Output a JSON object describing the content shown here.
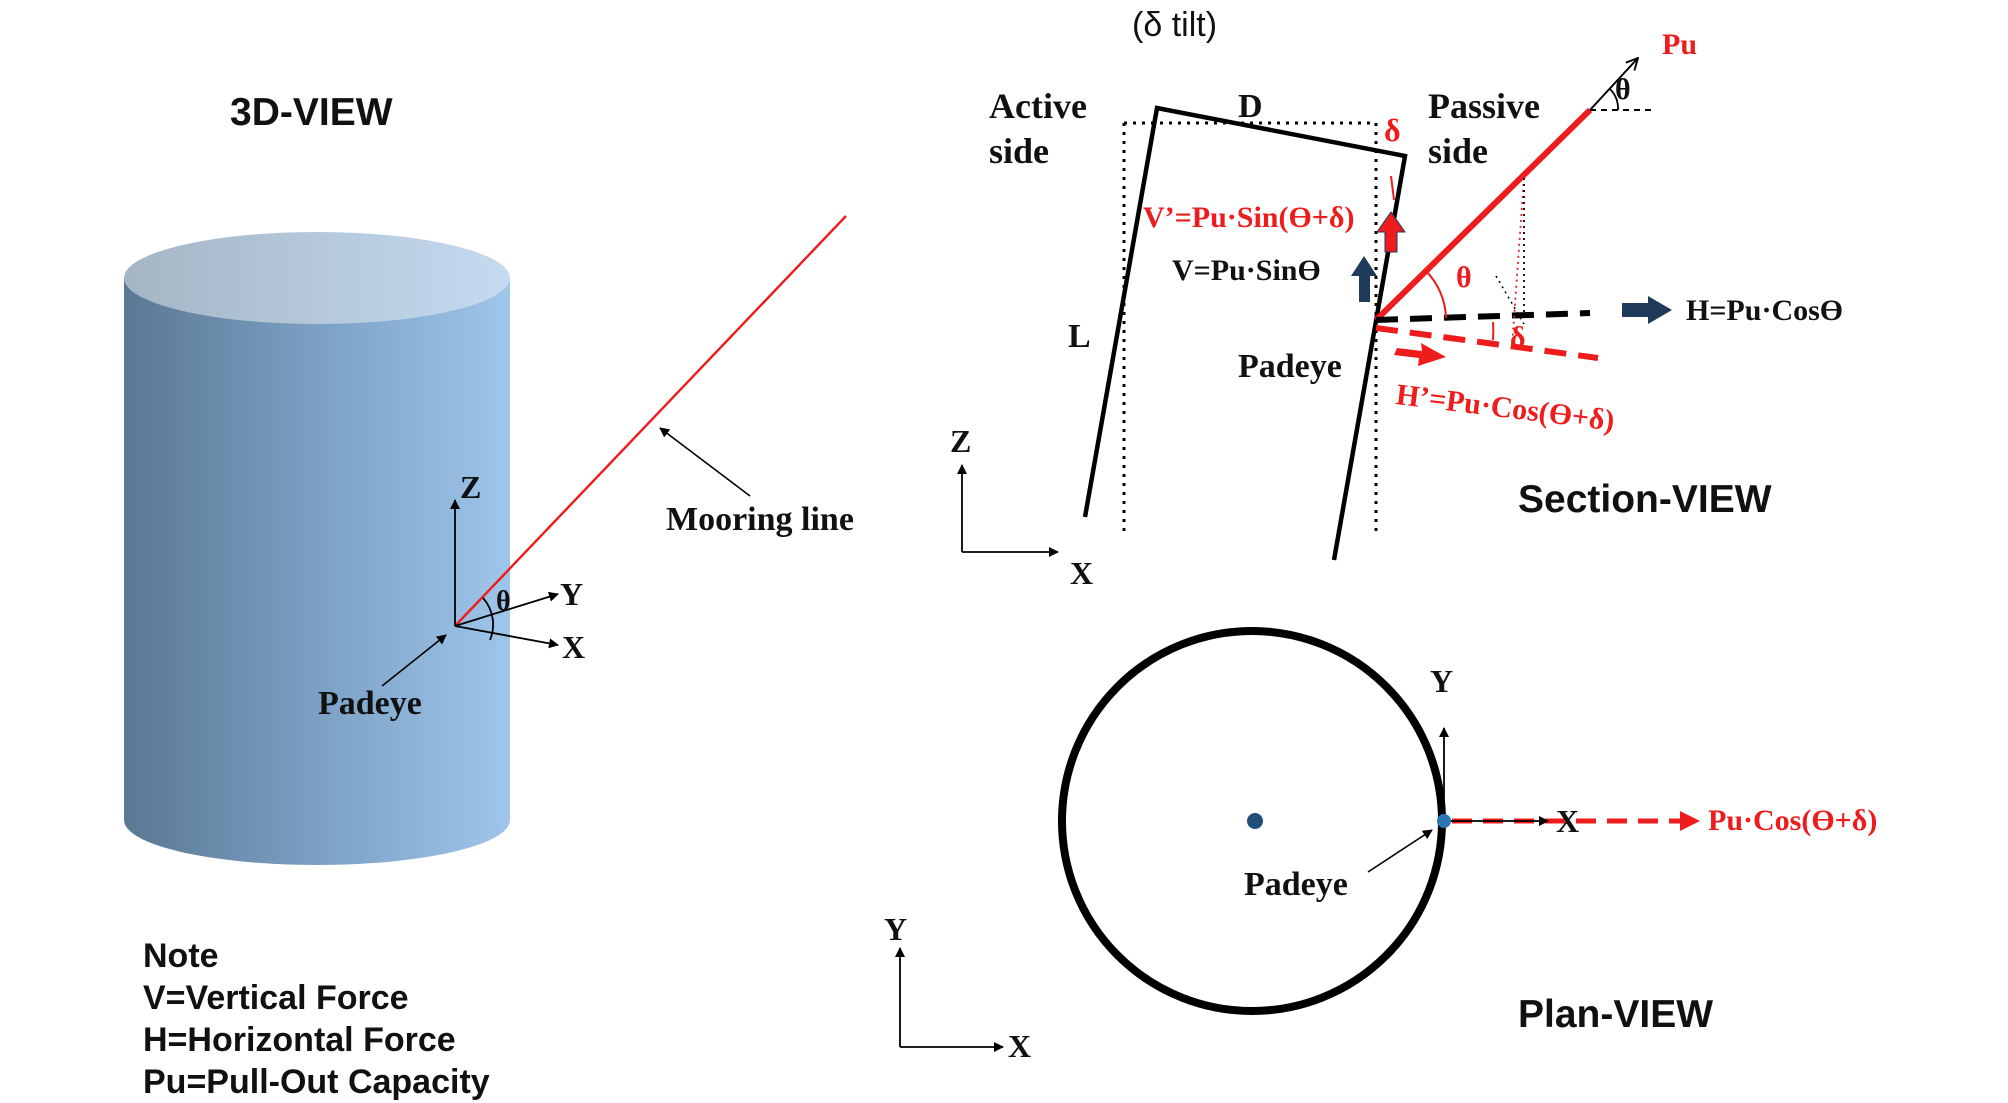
{
  "colors": {
    "red": "#ee1c1c",
    "black": "#000000",
    "cylinder_light": "#9fc5ea",
    "cylinder_dark": "#5a7893",
    "arrow_navy": "#1f3a5a",
    "padeye_dot": "#1f4e79"
  },
  "view3d": {
    "title": "3D-VIEW",
    "axis_z": "Z",
    "axis_y": "Y",
    "axis_x": "X",
    "theta": "θ",
    "padeye": "Padeye",
    "mooring_line": "Mooring line"
  },
  "note": {
    "title": "Note",
    "lines": [
      "V=Vertical Force",
      "H=Horizontal Force",
      "Pu=Pull-Out Capacity"
    ]
  },
  "section": {
    "tilt_label": "(δ tilt)",
    "active_side": [
      "Active",
      "side"
    ],
    "passive_side": [
      "Passive",
      "side"
    ],
    "d": "D",
    "l": "L",
    "delta_top": "δ",
    "delta_bottom": "δ",
    "pu": "Pu",
    "theta_top": "θ",
    "theta_mid": "θ",
    "v_prime": "V’=Pu·Sin(Ɵ+δ)",
    "v": "V=Pu·SinƟ",
    "h": "H=Pu·CosƟ",
    "h_prime": "H’=Pu·Cos(Ɵ+δ)",
    "padeye": "Padeye",
    "axis_z": "Z",
    "axis_x": "X",
    "title": "Section-VIEW"
  },
  "plan": {
    "axis_y_local": "Y",
    "axis_x_local": "X",
    "force_label": "Pu·Cos(Ɵ+δ)",
    "padeye": "Padeye",
    "axis_y": "Y",
    "axis_x": "X",
    "title": "Plan-VIEW"
  }
}
